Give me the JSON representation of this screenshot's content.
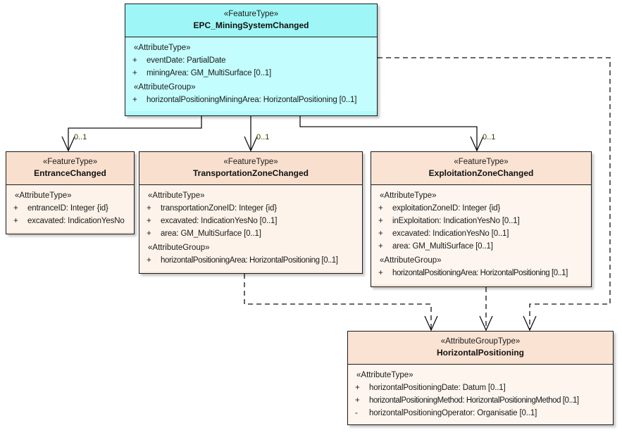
{
  "diagram": {
    "title": "EPC_MiningSystemChanged UML class diagram",
    "colors": {
      "feature_type_root_fill": "#b2fbfb",
      "feature_type_fill": "#fbe6d6",
      "attribute_group_type_fill": "#fbe6d6",
      "border": "#1a1a1a",
      "multiplicity_text": "#3b3b00"
    }
  },
  "classes": [
    {
      "id": "epc-miningsystemchanged",
      "stereotype": "«FeatureType»",
      "name": "EPC_MiningSystemChanged",
      "compartments": [
        {
          "group": "«AttributeType»",
          "attributes": [
            {
              "visibility": "+",
              "text": "eventDate: PartialDate"
            },
            {
              "visibility": "+",
              "text": "miningArea: GM_MultiSurface [0..1]"
            }
          ]
        },
        {
          "group": "«AttributeGroup»",
          "attributes": [
            {
              "visibility": "+",
              "text": "horizontalPositioningMiningArea: HorizontalPositioning [0..1]"
            }
          ]
        }
      ]
    },
    {
      "id": "entrancechanged",
      "stereotype": "«FeatureType»",
      "name": "EntranceChanged",
      "compartments": [
        {
          "group": "«AttributeType»",
          "attributes": [
            {
              "visibility": "+",
              "text": "entranceID: Integer {id}"
            },
            {
              "visibility": "+",
              "text": "excavated: IndicationYesNo"
            }
          ]
        }
      ]
    },
    {
      "id": "transportationzonechanged",
      "stereotype": "«FeatureType»",
      "name": "TransportationZoneChanged",
      "compartments": [
        {
          "group": "«AttributeType»",
          "attributes": [
            {
              "visibility": "+",
              "text": "transportationZoneID: Integer {id}"
            },
            {
              "visibility": "+",
              "text": "excavated: IndicationYesNo [0..1]"
            },
            {
              "visibility": "+",
              "text": "area: GM_MultiSurface [0..1]"
            }
          ]
        },
        {
          "group": "«AttributeGroup»",
          "attributes": [
            {
              "visibility": "+",
              "text": "horizontalPositioningArea: HorizontalPositioning [0..1]"
            }
          ]
        }
      ]
    },
    {
      "id": "exploitationzonechanged",
      "stereotype": "«FeatureType»",
      "name": "ExploitationZoneChanged",
      "compartments": [
        {
          "group": "«AttributeType»",
          "attributes": [
            {
              "visibility": "+",
              "text": "exploitationZoneID: Integer {id}"
            },
            {
              "visibility": "+",
              "text": "inExploitation: IndicationYesNo [0..1]"
            },
            {
              "visibility": "+",
              "text": "excavated: IndicationYesNo [0..1]"
            },
            {
              "visibility": "+",
              "text": "area: GM_MultiSurface [0..1]"
            }
          ]
        },
        {
          "group": "«AttributeGroup»",
          "attributes": [
            {
              "visibility": "+",
              "text": "horizontalPositioningArea: HorizontalPositioning [0..1]"
            }
          ]
        }
      ]
    },
    {
      "id": "horizontalpositioning",
      "stereotype": "«AttributeGroupType»",
      "name": "HorizontalPositioning",
      "compartments": [
        {
          "group": "«AttributeType»",
          "attributes": [
            {
              "visibility": "+",
              "text": "horizontalPositioningDate: Datum [0..1]"
            },
            {
              "visibility": "+",
              "text": "horizontalPositioningMethod: HorizontalPositioningMethod [0..1]"
            },
            {
              "visibility": "-",
              "text": "horizontalPositioningOperator: Organisatie [0..1]"
            }
          ]
        }
      ]
    }
  ],
  "associations": [
    {
      "id": "assoc-entrance",
      "from": "epc-miningsystemchanged",
      "to": "entrancechanged",
      "multiplicity": "0..1"
    },
    {
      "id": "assoc-transportationzone",
      "from": "epc-miningsystemchanged",
      "to": "transportationzonechanged",
      "multiplicity": "0..1"
    },
    {
      "id": "assoc-exploitationzone",
      "from": "epc-miningsystemchanged",
      "to": "exploitationzonechanged",
      "multiplicity": "0..1"
    }
  ],
  "dependencies": [
    {
      "id": "dep-transportationzone-hp",
      "from": "transportationzonechanged",
      "to": "horizontalpositioning"
    },
    {
      "id": "dep-exploitationzone-hp",
      "from": "exploitationzonechanged",
      "to": "horizontalpositioning"
    },
    {
      "id": "dep-epc-hp",
      "from": "epc-miningsystemchanged",
      "to": "horizontalpositioning"
    }
  ]
}
